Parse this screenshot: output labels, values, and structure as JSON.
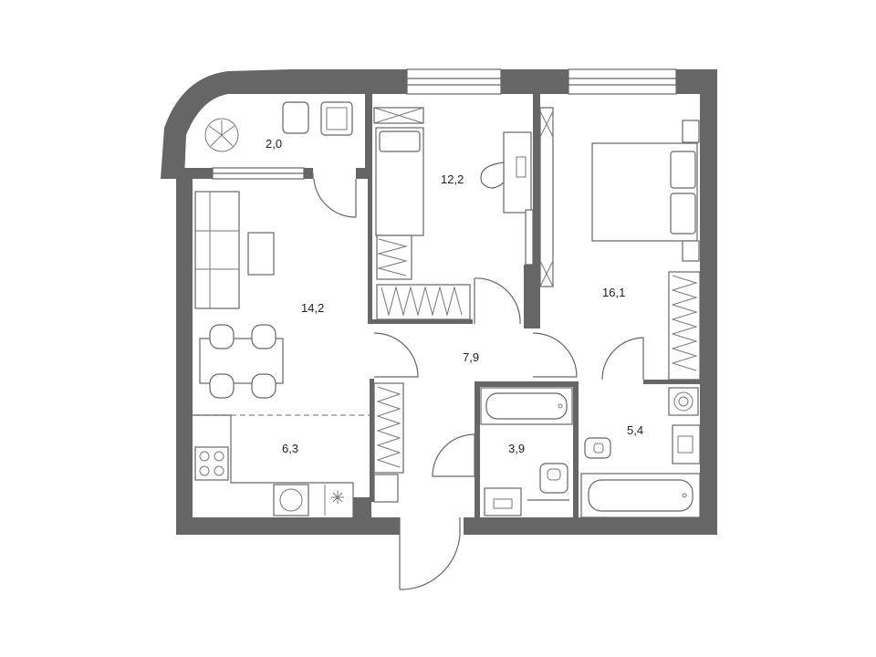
{
  "plan": {
    "rooms": [
      {
        "id": "balcony",
        "area": "2,0"
      },
      {
        "id": "bedroom-small",
        "area": "12,2"
      },
      {
        "id": "bedroom-master",
        "area": "16,1"
      },
      {
        "id": "living",
        "area": "14,2"
      },
      {
        "id": "hall",
        "area": "7,9"
      },
      {
        "id": "kitchen",
        "area": "6,3"
      },
      {
        "id": "bathroom-1",
        "area": "3,9"
      },
      {
        "id": "bathroom-2",
        "area": "5,4"
      }
    ]
  },
  "colors": {
    "wall": "#666666",
    "line": "#666666",
    "background": "#ffffff"
  }
}
